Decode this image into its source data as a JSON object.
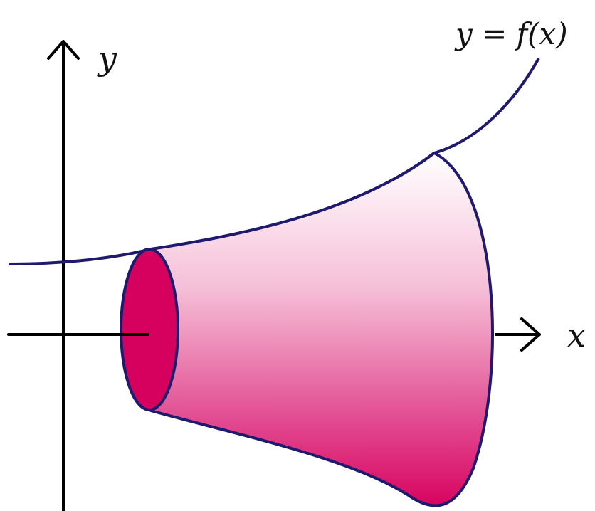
{
  "labels": {
    "y_axis": "y",
    "x_axis": "x",
    "curve": "y = f(x)"
  },
  "colors": {
    "curve_stroke": "#1f1a6e",
    "axis": "#000000",
    "fill_dark": "#d8045f",
    "fill_light": "#ffffff",
    "end_disk": "#d6005e"
  },
  "icons": {
    "y_axis_arrowhead": "arrow-up-icon",
    "x_axis_arrowhead": "arrow-right-icon"
  }
}
